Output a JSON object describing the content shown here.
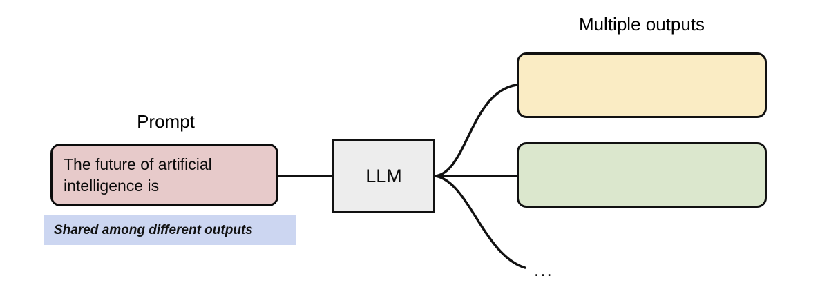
{
  "diagram": {
    "title_prompt": "Prompt",
    "title_outputs": "Multiple outputs",
    "prompt": {
      "label": "Prompt",
      "text": "The future of artificial\nintelligence is",
      "fill_color": "#e7caca",
      "stroke_color": "#0c0c0c"
    },
    "shared_note": {
      "text": "Shared among different outputs",
      "fill_color": "#ccd6f1",
      "style": "italic"
    },
    "model": {
      "label": "LLM",
      "fill_color": "#ededed",
      "stroke_color": "#111111"
    },
    "outputs": {
      "label": "Multiple outputs",
      "items": [
        {
          "text": "",
          "fill_color": "#faecc4",
          "stroke_color": "#111111"
        },
        {
          "text": "",
          "fill_color": "#dbe7cd",
          "stroke_color": "#111111"
        }
      ],
      "more_indicator": "..."
    },
    "connectors": {
      "prompt_to_model": "straight",
      "model_to_output_1": "curve-up",
      "model_to_output_2": "straight",
      "model_to_more": "curve-down"
    },
    "background_color": "#ffffff",
    "line_color": "#111111"
  }
}
